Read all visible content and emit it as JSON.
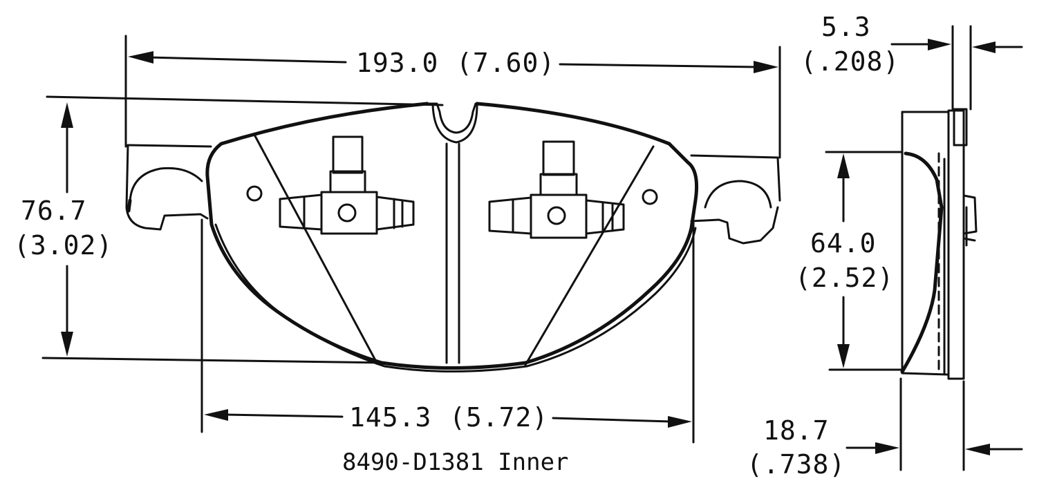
{
  "dimensions": {
    "overall_width": {
      "mm": "193.0",
      "in": "(7.60)"
    },
    "overall_height": {
      "mm": "76.7",
      "in": "(3.02)"
    },
    "friction_width": {
      "mm": "145.3",
      "in": "(5.72)"
    },
    "backing_thickness": {
      "mm": "5.3",
      "in": "(.208)"
    },
    "friction_height": {
      "mm": "64.0",
      "in": "(2.52)"
    },
    "total_thickness": {
      "mm": "18.7",
      "in": "(.738)"
    }
  },
  "caption": "8490-D1381 Inner"
}
